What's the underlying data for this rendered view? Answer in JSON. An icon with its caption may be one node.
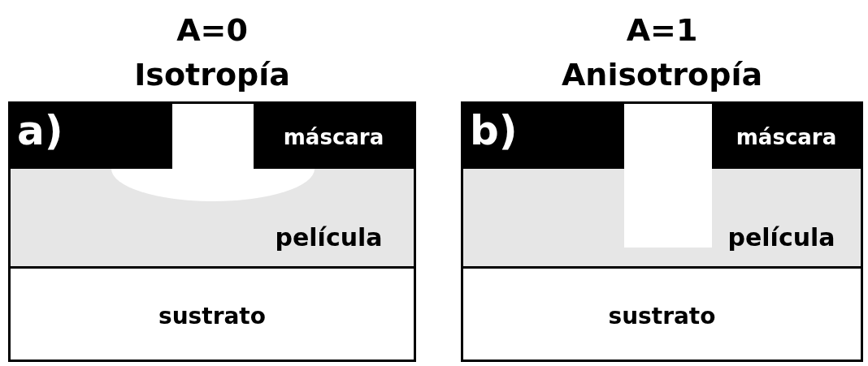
{
  "diagram": {
    "nodes": [
      {
        "text": [
          "A=0",
          "Isotropía"
        ]
      },
      {
        "text": [
          "a)"
        ],
        "in": 0
      },
      {
        "text": [
          "máscara"
        ],
        "in": 0
      },
      {
        "text": [
          "película"
        ],
        "in": 0
      },
      {
        "text": [],
        "shape": "ellipse",
        "in": 3
      },
      {
        "text": [
          "sustrato"
        ],
        "in": 0
      },
      {
        "text": [
          "A=1",
          "Anisotropía"
        ]
      },
      {
        "text": [
          "b)"
        ],
        "in": 6
      },
      {
        "text": [
          "máscara"
        ],
        "in": 6
      },
      {
        "text": [
          "película"
        ],
        "in": 6
      },
      {
        "text": [],
        "shape": "box",
        "in": 9
      },
      {
        "text": [
          "sustrato"
        ],
        "in": 6
      }
    ],
    "edges": []
  }
}
